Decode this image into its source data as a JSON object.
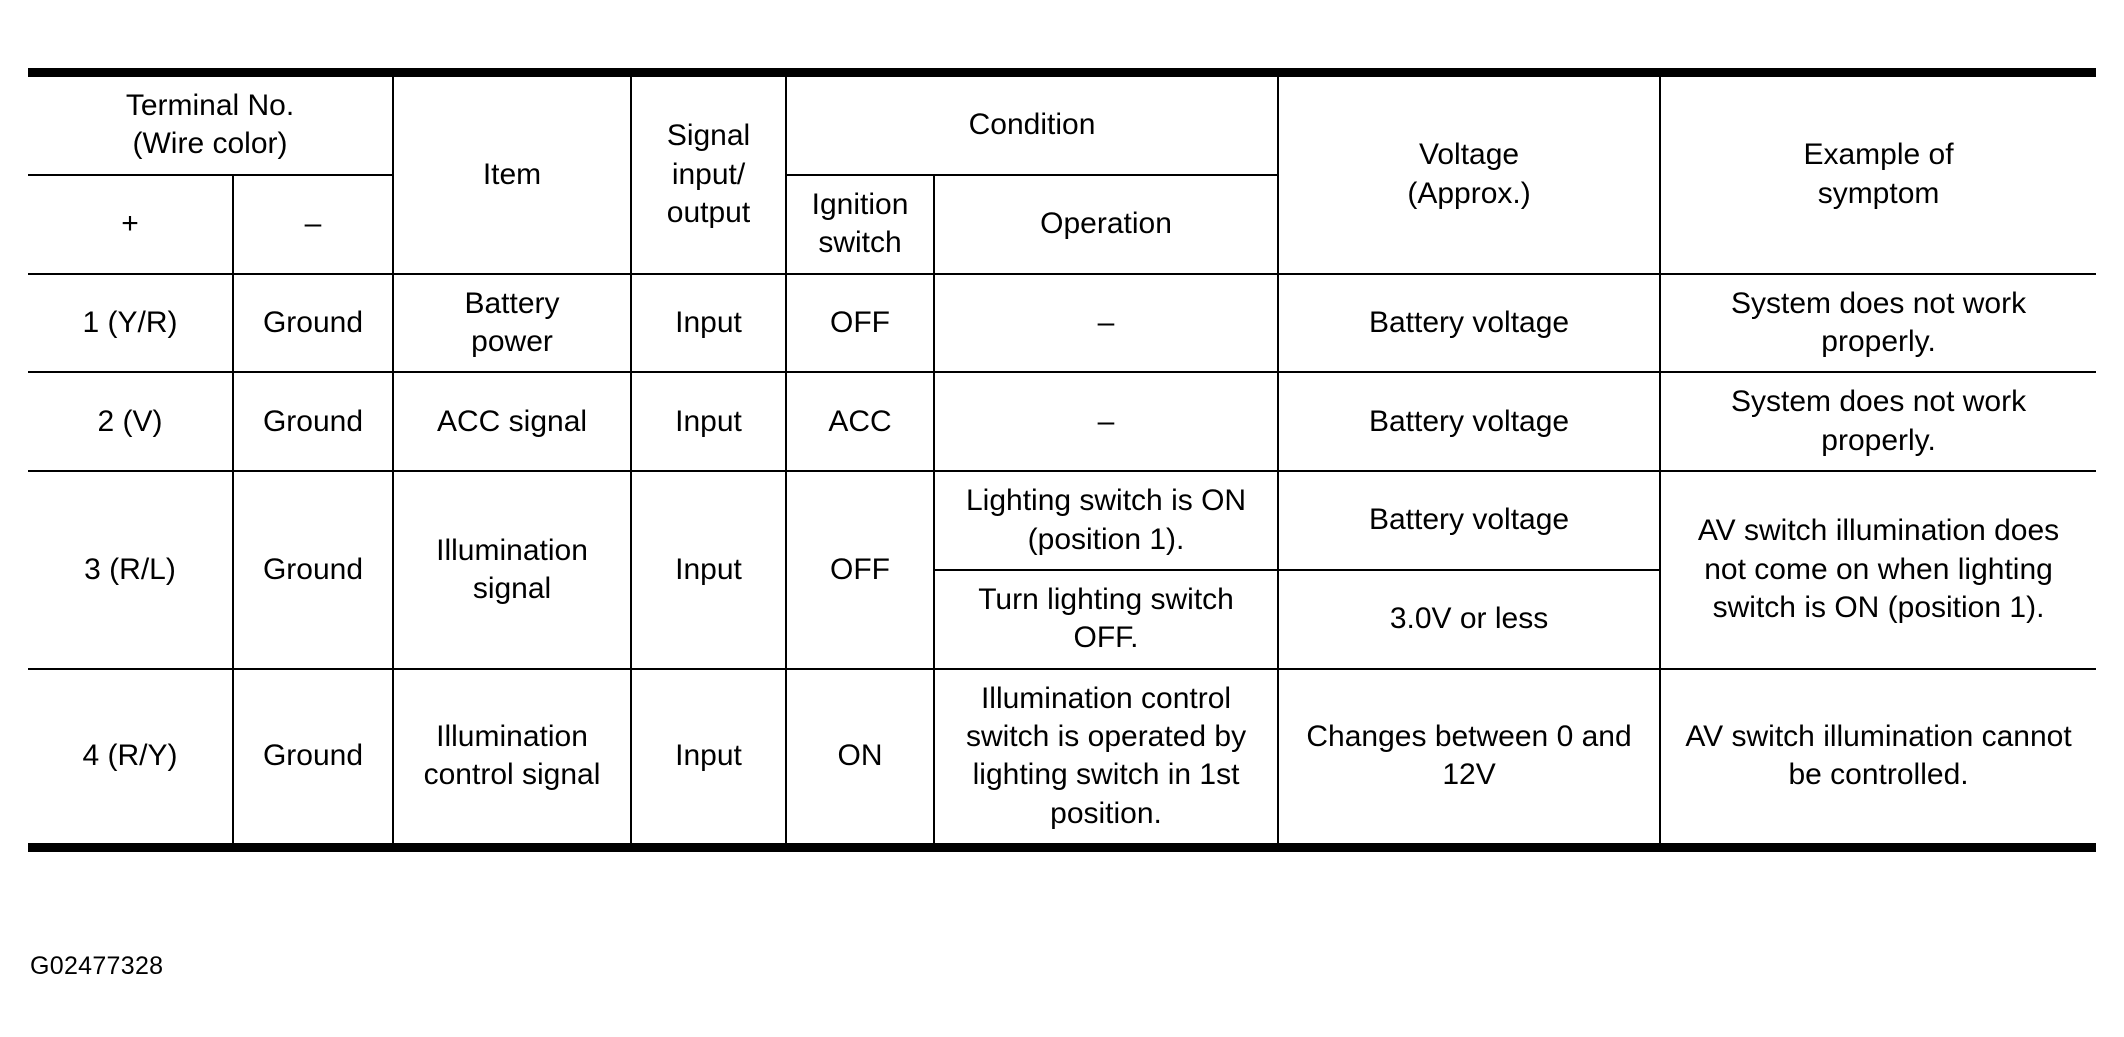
{
  "figure": {
    "id_label": "G02477328"
  },
  "table": {
    "headers": {
      "terminal_no": "Terminal No.",
      "wire_color": "(Wire color)",
      "plus": "+",
      "minus": "–",
      "item": "Item",
      "signal_io_line1": "Signal",
      "signal_io_line2": "input/",
      "signal_io_line3": "output",
      "condition": "Condition",
      "ignition_switch_line1": "Ignition",
      "ignition_switch_line2": "switch",
      "operation": "Operation",
      "voltage_line1": "Voltage",
      "voltage_line2": "(Approx.)",
      "symptom_line1": "Example of",
      "symptom_line2": "symptom"
    },
    "rows": [
      {
        "terminal": "1 (Y/R)",
        "ground": "Ground",
        "item_line1": "Battery",
        "item_line2": "power",
        "signal_io": "Input",
        "ignition": "OFF",
        "operation": "–",
        "voltage": "Battery voltage",
        "symptom": "System does not work properly."
      },
      {
        "terminal": "2 (V)",
        "ground": "Ground",
        "item_line1": "ACC signal",
        "item_line2": "",
        "signal_io": "Input",
        "ignition": "ACC",
        "operation": "–",
        "voltage": "Battery voltage",
        "symptom": "System does not work properly."
      },
      {
        "terminal": "3 (R/L)",
        "ground": "Ground",
        "item_line1": "Illumination",
        "item_line2": "signal",
        "signal_io": "Input",
        "ignition": "OFF",
        "operation_a": "Lighting switch is ON (position 1).",
        "voltage_a": "Battery voltage",
        "operation_b": "Turn lighting switch OFF.",
        "voltage_b": "3.0V or less",
        "symptom": "AV switch illumination does not come on when lighting switch is ON (position 1)."
      },
      {
        "terminal": "4 (R/Y)",
        "ground": "Ground",
        "item_line1": "Illumination",
        "item_line2": "control signal",
        "signal_io": "Input",
        "ignition": "ON",
        "operation": "Illumination control switch is operated by lighting switch in 1st position.",
        "voltage": "Changes between 0 and 12V",
        "symptom": "AV switch illumination cannot be controlled."
      }
    ]
  }
}
